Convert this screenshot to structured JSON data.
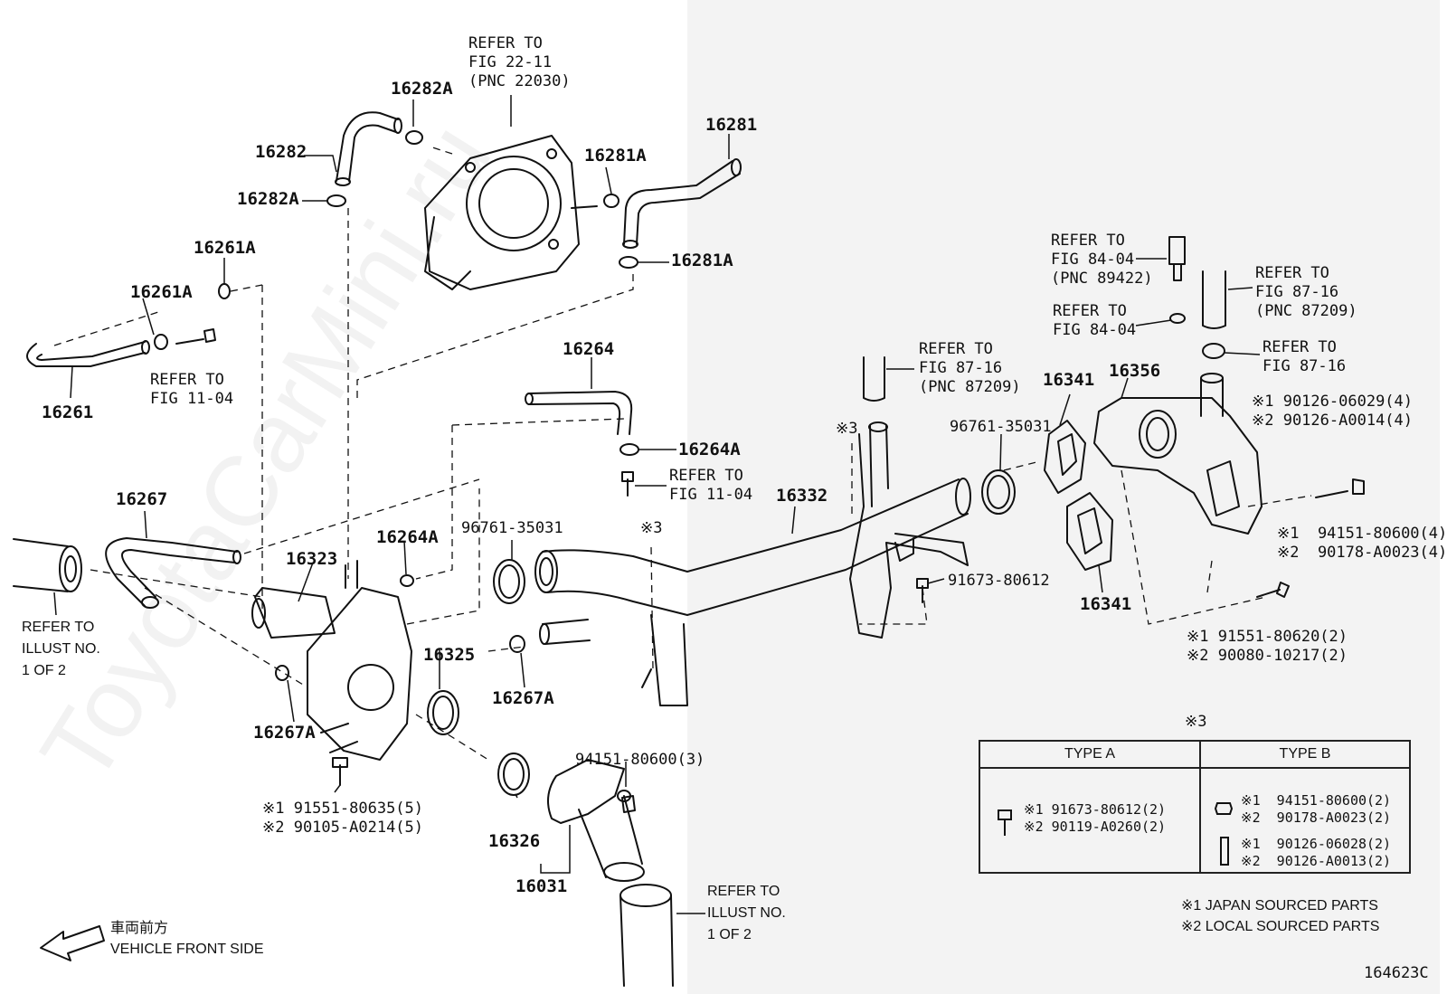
{
  "watermark": "ToyotaCarMini.ru",
  "part_labels": {
    "p16282A_top": "16282A",
    "p16282": "16282",
    "p16282A_left": "16282A",
    "p16281": "16281",
    "p16281A_top": "16281A",
    "p16281A_right": "16281A",
    "p16261A_top": "16261A",
    "p16261A_left": "16261A",
    "p16261": "16261",
    "p16264": "16264",
    "p16264A_right": "16264A",
    "p16264A_left": "16264A",
    "p16267": "16267",
    "p16323": "16323",
    "p16325": "16325",
    "p16267A_right": "16267A",
    "p16267A_left": "16267A",
    "p16326": "16326",
    "p16031": "16031",
    "p16332": "16332",
    "p16341_top": "16341",
    "p16341_bottom": "16341",
    "p16356": "16356",
    "p96761_left": "96761-35031",
    "p96761_right": "96761-35031",
    "p91673": "91673-80612",
    "p94151_3": "94151-80600(3)",
    "fig_code": "164623C"
  },
  "references": {
    "throttle": "REFER TO\nFIG 22-11\n(PNC 22030)",
    "fig1104_left": "REFER TO\nFIG 11-04",
    "fig1104_mid": "REFER TO\nFIG 11-04",
    "fig8716_mid": "REFER TO\nFIG 87-16\n(PNC 87209)",
    "fig8404_pnc": "REFER TO\nFIG 84-04\n(PNC 89422)",
    "fig8404": "REFER TO\nFIG 84-04",
    "fig8716_right": "REFER TO\nFIG 87-16\n(PNC 87209)",
    "fig8716_plain": "REFER TO\nFIG 87-16",
    "illust_left": "REFER TO\nILLUST NO.\n1 OF 2",
    "illust_bottom": "REFER TO\nILLUST NO.\n1 OF 2"
  },
  "notes": {
    "mark3_a": "※3",
    "mark3_b": "※3",
    "mark3_table": "※3",
    "bolts_top_right": "※1 90126-06029(4)\n※2 90126-A0014(4)",
    "bolts_mid_right": "※1  94151-80600(4)\n※2  90178-A0023(4)",
    "bolts_lower_right": "※1 91551-80620(2)\n※2 90080-10217(2)",
    "bolts_lower_left": "※1 91551-80635(5)\n※2 90105-A0214(5)",
    "legend_japan": "※1 JAPAN SOURCED PARTS",
    "legend_local": "※2 LOCAL SOURCED PARTS",
    "front_jp": "車両前方",
    "front_en": "VEHICLE FRONT SIDE"
  },
  "type_table": {
    "type_a": "TYPE A",
    "type_b": "TYPE B",
    "type_a_parts": "※1 91673-80612(2)\n※2 90119-A0260(2)",
    "type_b_parts_1": "※1  94151-80600(2)\n※2  90178-A0023(2)",
    "type_b_parts_2": "※1  90126-06028(2)\n※2  90126-A0013(2)"
  }
}
